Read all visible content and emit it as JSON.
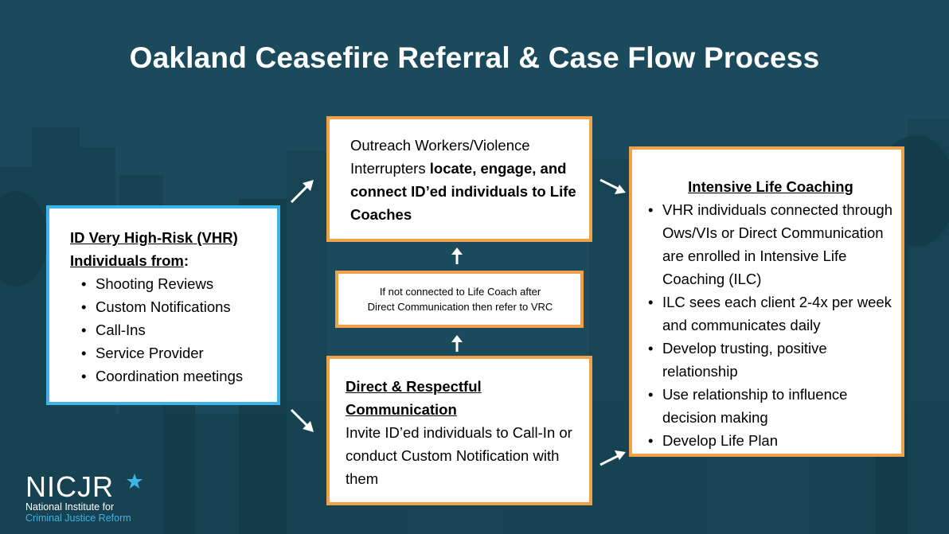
{
  "title": "Oakland Ceasefire Referral & Case Flow Process",
  "left": {
    "heading_line1": "ID Very High-Risk (VHR)",
    "heading_line2": "Individuals from",
    "heading_colon": ":",
    "items": [
      "Shooting Reviews",
      "Custom Notifications",
      "Call-Ins",
      "Service Provider",
      "Coordination meetings"
    ]
  },
  "top": {
    "normal_1": "Outreach Workers/Violence Interrupters ",
    "bold_1": "locate, engage, and connect ID’ed individuals to Life Coaches"
  },
  "middle": {
    "line1": "If not connected to Life Coach after",
    "line2": "Direct Communication then refer to VRC"
  },
  "bottom": {
    "heading_1": "Direct & Respectful",
    "heading_2": "Communication",
    "body": "Invite ID’ed individuals to Call-In or conduct Custom Notification with them"
  },
  "right": {
    "heading": "Intensive Life Coaching",
    "items": [
      "VHR individuals connected through Ows/VIs or Direct Communication are enrolled in Intensive Life Coaching (ILC)",
      "ILC sees each client 2-4x per week and communicates daily",
      "Develop trusting, positive relationship",
      "Use relationship to influence decision making",
      "Develop Life Plan"
    ]
  },
  "logo": {
    "word": "NICJR",
    "line1": "National Institute for",
    "line2": "Criminal Justice Reform"
  },
  "colors": {
    "background": "#1b4a5c",
    "left_border": "#3cb4e6",
    "box_border": "#f0a24a",
    "logo_accent": "#3cb4e6"
  }
}
